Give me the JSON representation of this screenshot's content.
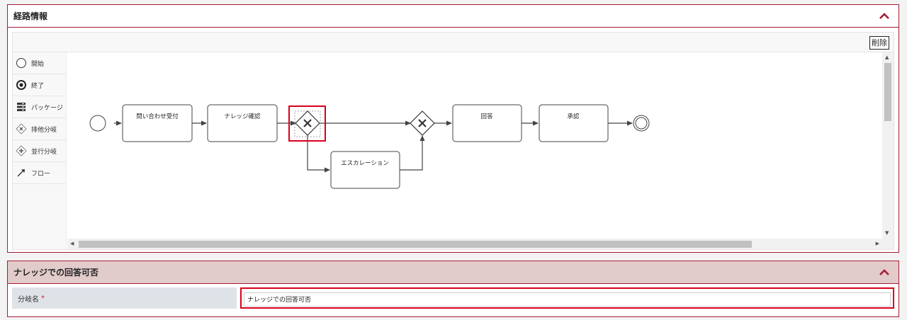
{
  "route_panel": {
    "title": "経路情報",
    "delete_label": "削除",
    "palette": [
      {
        "label": "開始",
        "icon": "start-event-icon"
      },
      {
        "label": "終了",
        "icon": "end-event-icon"
      },
      {
        "label": "パッケージ",
        "icon": "package-icon"
      },
      {
        "label": "排他分岐",
        "icon": "exclusive-gateway-icon"
      },
      {
        "label": "並行分岐",
        "icon": "parallel-gateway-icon"
      },
      {
        "label": "フロー",
        "icon": "flow-arrow-icon"
      }
    ],
    "diagram": {
      "tasks": {
        "inquiry": "問い合わせ受付",
        "knowledge_check": "ナレッジ確認",
        "escalation": "エスカレーション",
        "answer": "回答",
        "approval": "承認"
      }
    }
  },
  "branch_panel": {
    "title": "ナレッジでの回答可否",
    "field_label": "分岐名",
    "required_mark": "*",
    "field_value": "ナレッジでの回答可否"
  },
  "colors": {
    "accent": "#a51c36",
    "selection": "#d9001b",
    "branch_header_bg": "#e2cbcb"
  }
}
